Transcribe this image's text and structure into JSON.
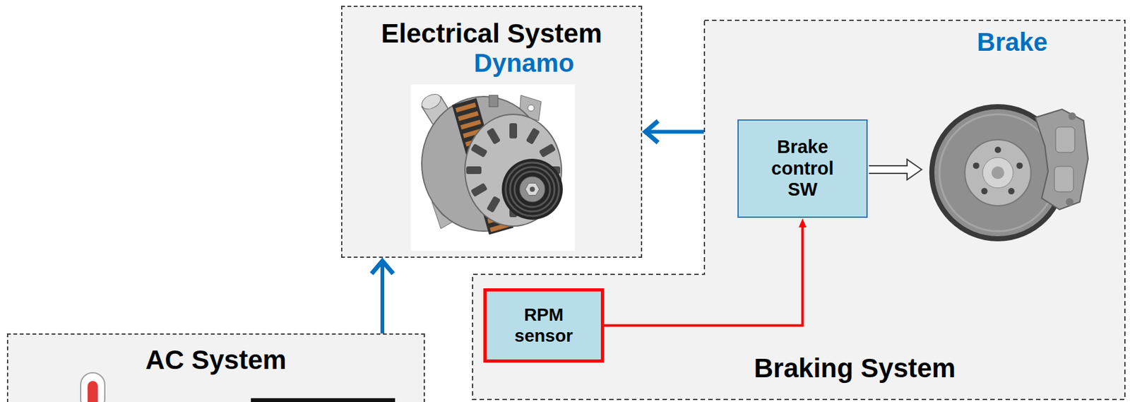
{
  "diagram": {
    "nodes": [
      {
        "text": [
          "Electrical System"
        ]
      },
      {
        "text": [
          "Braking System"
        ]
      },
      {
        "text": [
          "Brake control SW"
        ],
        "in": 1
      },
      {
        "text": [
          "RPM sensor"
        ],
        "in": 1
      },
      {
        "text": [
          "AC System"
        ]
      }
    ],
    "edges": [
      {
        "from": 1,
        "to": 0,
        "arrow": "to"
      },
      {
        "from": 4,
        "to": 0,
        "arrow": "to"
      },
      {
        "from": 3,
        "to": 2,
        "arrow": "to"
      }
    ],
    "labels": [
      "Dynamo",
      "Brake"
    ]
  }
}
